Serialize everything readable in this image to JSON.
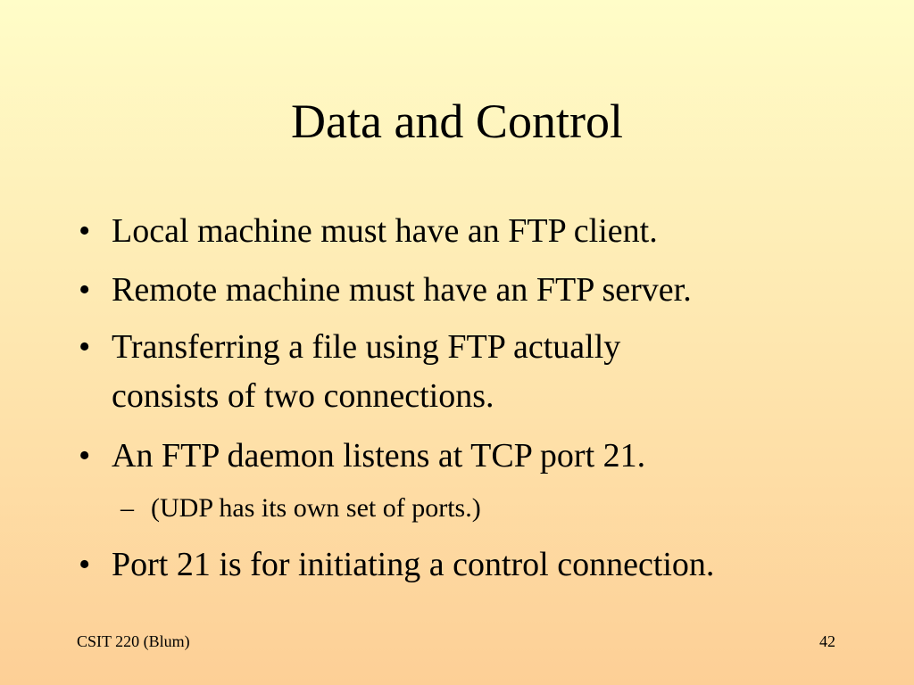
{
  "slide": {
    "title": "Data and Control",
    "bullet_symbol": "•",
    "sub_bullet_symbol": "–",
    "bullets": [
      {
        "text": "Local machine must have an FTP client."
      },
      {
        "text": "Remote machine must have an FTP server."
      },
      {
        "text": "Transferring a file using FTP actually\nconsists of two connections."
      },
      {
        "text": "An FTP daemon listens at TCP port 21."
      },
      {
        "text": "Port 21 is for initiating a control connection."
      }
    ],
    "sub_bullets": [
      {
        "text": "(UDP has its own set of ports.)"
      }
    ],
    "footer": {
      "left": "CSIT 220 (Blum)",
      "page_number": "42"
    }
  }
}
